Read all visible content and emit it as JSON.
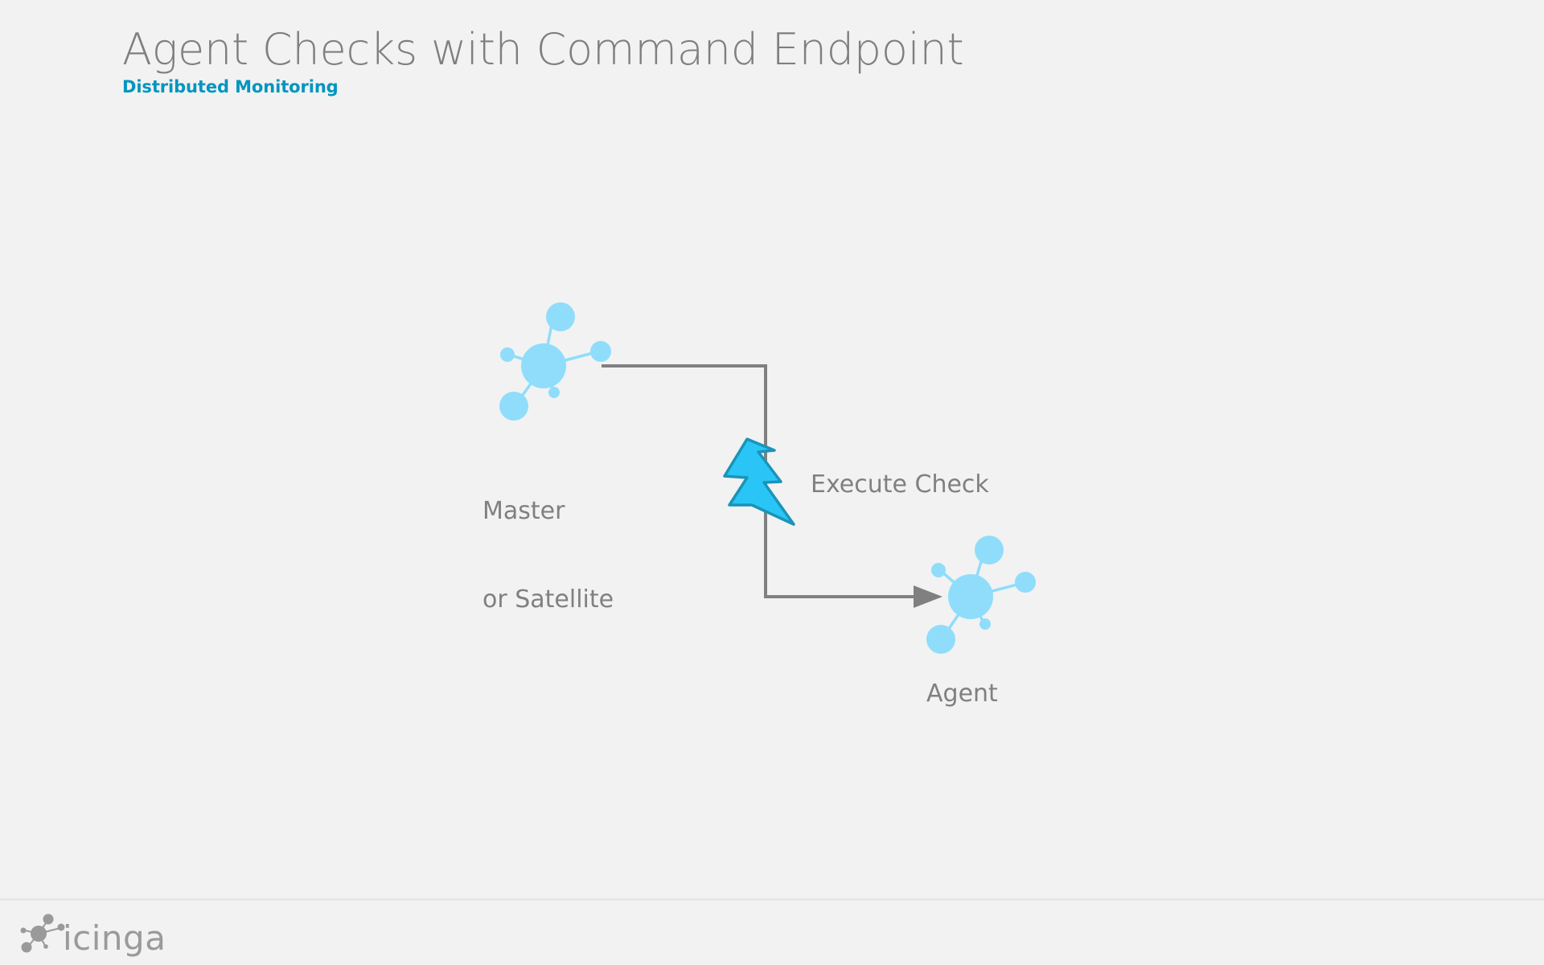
{
  "slide": {
    "title": "Agent Checks with Command Endpoint",
    "subtitle": "Distributed Monitoring",
    "background_color": "#f2f2f2",
    "title_color": "#7f7f7f",
    "subtitle_color": "#0095bf"
  },
  "diagram": {
    "type": "flow-diagram",
    "node_color": "#8fddfb",
    "connector_color": "#808080",
    "bolt_fill": "#29c5f6",
    "bolt_stroke": "#1a94b8",
    "nodes": [
      {
        "id": "master",
        "icon": "icinga-cluster-icon",
        "label": "Master\nor Satellite",
        "label_line_1": "Master",
        "label_line_2": "or Satellite"
      },
      {
        "id": "agent",
        "icon": "icinga-cluster-icon",
        "label": "Agent"
      }
    ],
    "connector": {
      "label": "Execute Check",
      "symbol": "lightning-bolt-icon",
      "from": "master",
      "to": "agent",
      "arrow": "right"
    }
  },
  "footer": {
    "logo_text": "icinga",
    "logo_color": "#9a9a9a",
    "divider_color": "#e6e6e6"
  }
}
